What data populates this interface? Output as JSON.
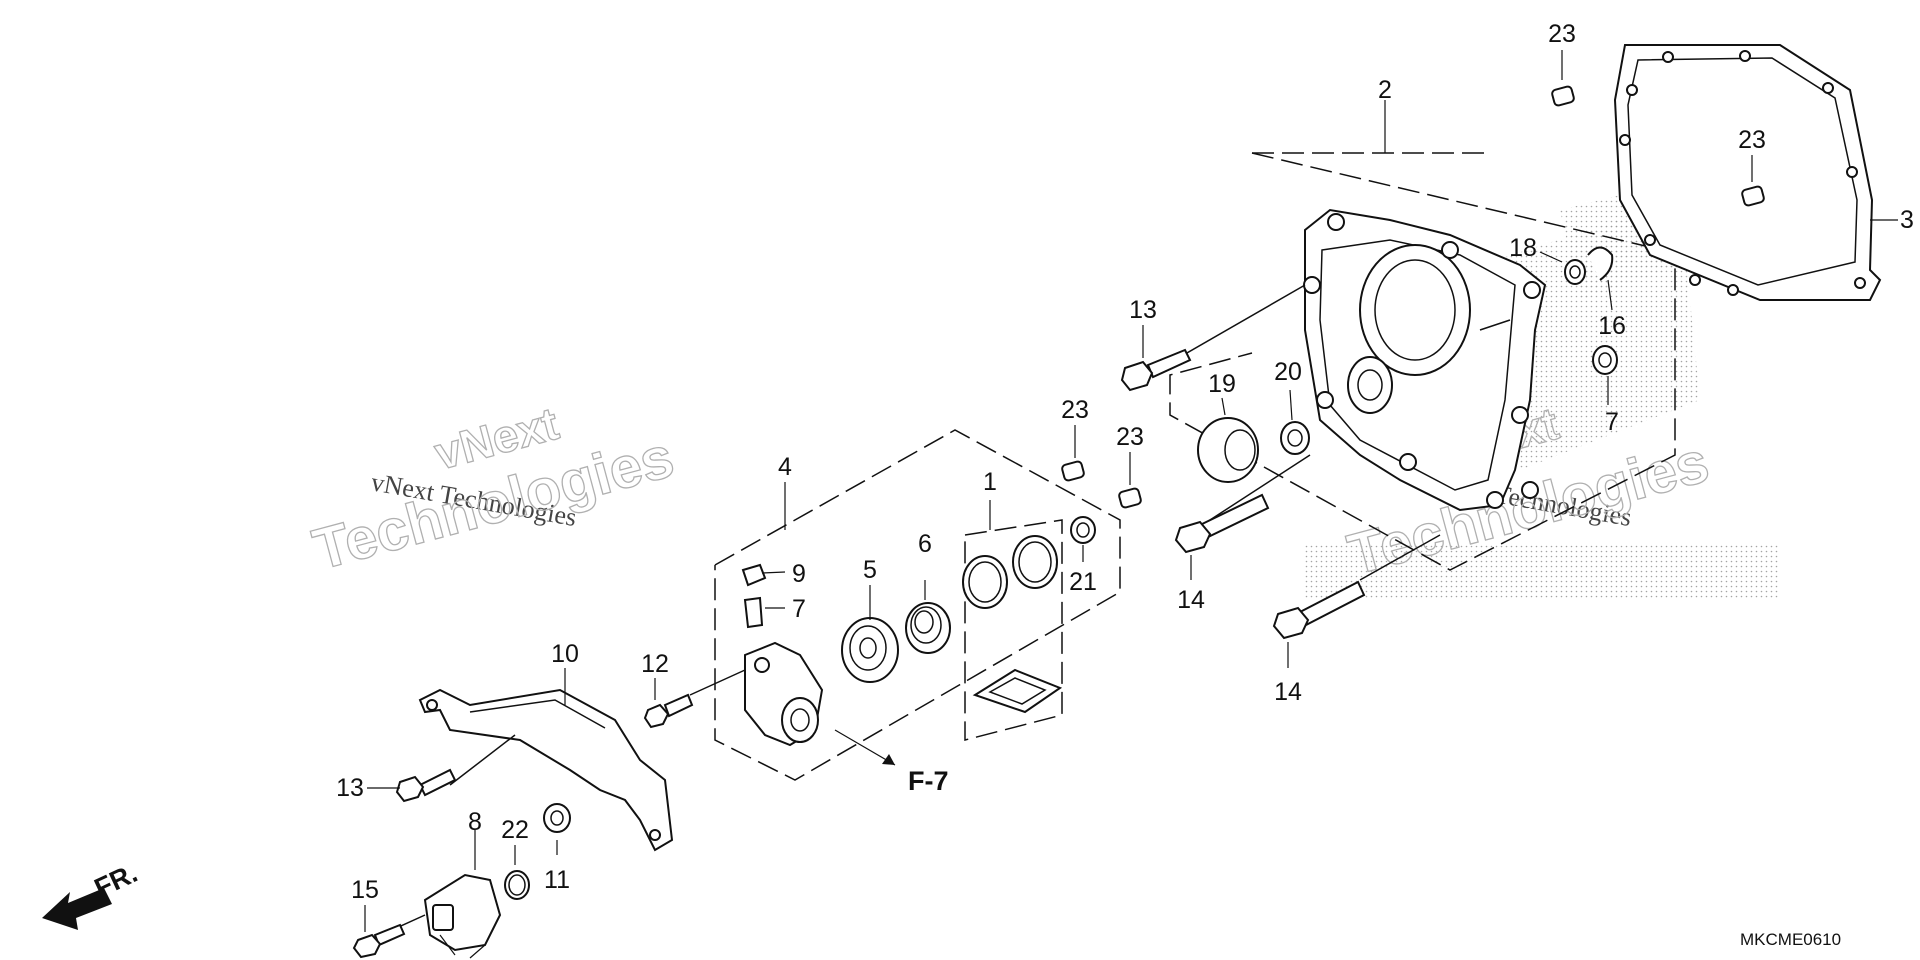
{
  "callouts": {
    "c1": "1",
    "c2": "2",
    "c3": "3",
    "c4": "4",
    "c5": "5",
    "c6": "6",
    "c7a": "7",
    "c7b": "7",
    "c8": "8",
    "c9": "9",
    "c10": "10",
    "c11": "11",
    "c12": "12",
    "c13a": "13",
    "c13b": "13",
    "c14a": "14",
    "c14b": "14",
    "c15": "15",
    "c16": "16",
    "c18": "18",
    "c19": "19",
    "c20": "20",
    "c21": "21",
    "c22": "22",
    "c23a": "23",
    "c23b": "23",
    "c23c": "23",
    "c23d": "23"
  },
  "reference": "F-7",
  "front_indicator": "FR.",
  "diagram_code": "MKCME0610",
  "watermark": {
    "line1": "vNext",
    "line2": "vNext Technologies",
    "line3": "Technologies",
    "line4": "vNext",
    "line5": "vNext Technologies",
    "line6": "Technologies"
  },
  "colors": {
    "ink": "#111111",
    "watermark": "#b0b0b0",
    "background": "#ffffff"
  }
}
